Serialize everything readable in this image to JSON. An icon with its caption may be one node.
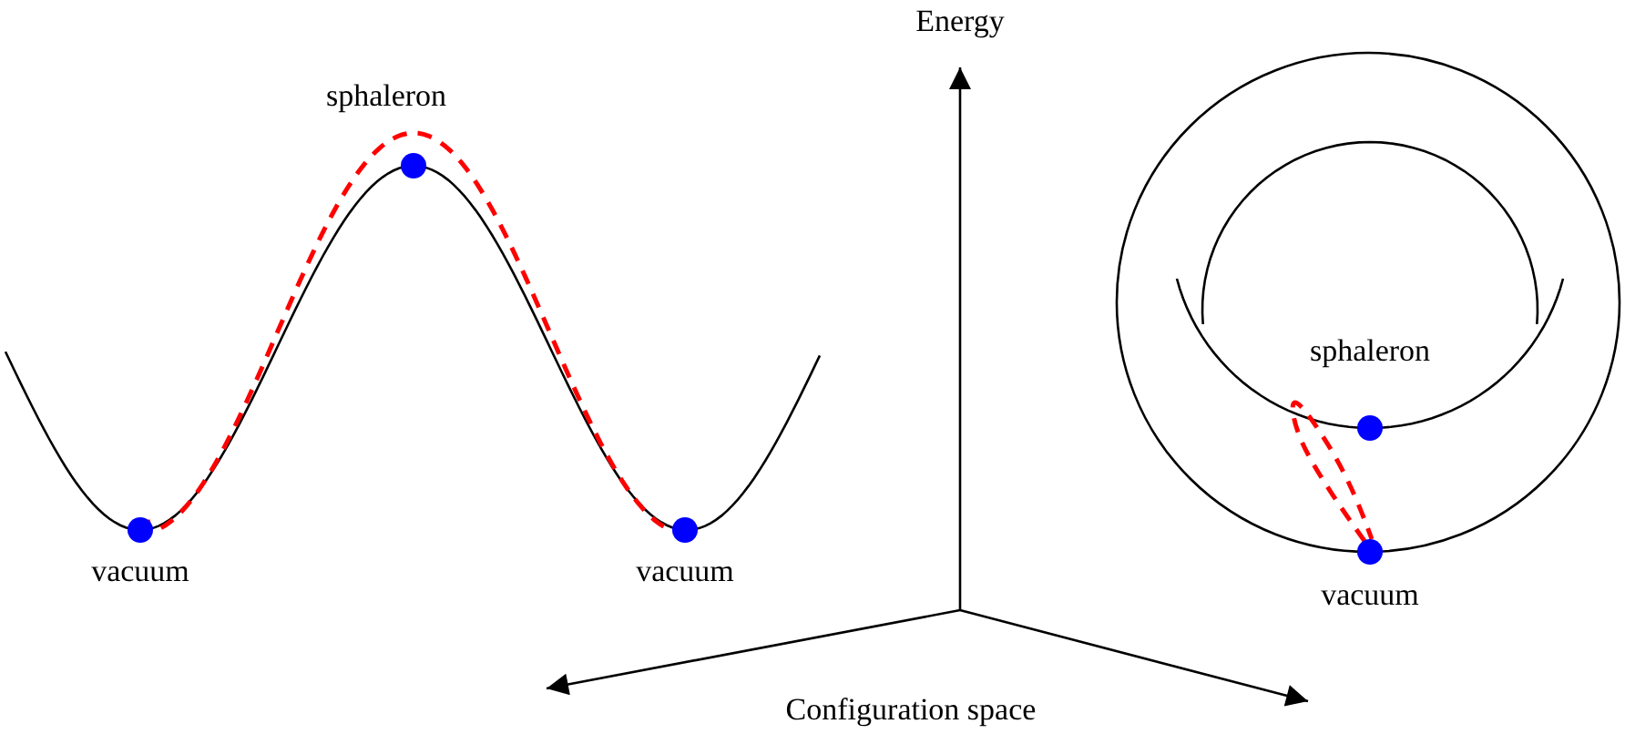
{
  "diagram": {
    "nodes": [
      {
        "text": [],
        "shape": "circle",
        "beside": [
          "vacuum"
        ]
      },
      {
        "text": [],
        "shape": "circle",
        "beside": [
          "sphaleron"
        ]
      },
      {
        "text": [],
        "shape": "circle",
        "beside": [
          "vacuum"
        ]
      },
      {
        "text": [],
        "shape": "circle",
        "beside": [
          "sphaleron"
        ]
      },
      {
        "text": [],
        "shape": "circle",
        "beside": [
          "vacuum"
        ]
      }
    ],
    "edges": [
      {
        "from": 0,
        "to": 2,
        "arrow": "none",
        "style": "dashed",
        "color": "#ff0000"
      },
      {
        "from": 4,
        "to": 4,
        "arrow": "none",
        "style": "dashed",
        "color": "#ff0000"
      }
    ],
    "labels": [
      "Energy",
      "Configuration space"
    ]
  }
}
